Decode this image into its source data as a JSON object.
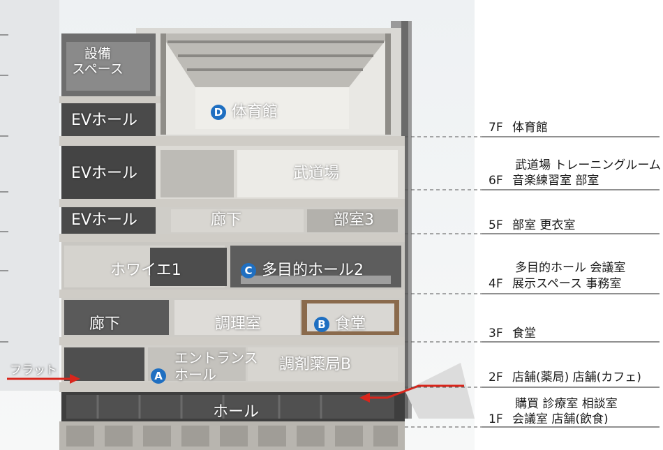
{
  "building_labels": {
    "equipment_space": "設備\nスペース",
    "ev_hall": "EVホール",
    "gym": "体育館",
    "martial_arts": "武道場",
    "corridor": "廊下",
    "club_room_3": "部室3",
    "foyer": "ホワイエ1",
    "multipurpose_hall_2": "多目的ホール2",
    "cooking_room": "調理室",
    "cafeteria": "食堂",
    "entrance_hall": "エントランス\nホール",
    "pharmacy_b": "調剤薬局B",
    "hall": "ホール",
    "flat": "フラット"
  },
  "badges": {
    "a": "A",
    "b": "B",
    "c": "C",
    "d": "D"
  },
  "floors": [
    {
      "level": "7F",
      "line1": "",
      "line2": "体育館"
    },
    {
      "level": "6F",
      "line1": "武道場 トレーニングルーム",
      "line2": "音楽練習室 部室"
    },
    {
      "level": "5F",
      "line1": "",
      "line2": "部室 更衣室"
    },
    {
      "level": "4F",
      "line1": "多目的ホール 会議室",
      "line2": "展示スペース 事務室"
    },
    {
      "level": "3F",
      "line1": "",
      "line2": "食堂"
    },
    {
      "level": "2F",
      "line1": "",
      "line2": "店舗(薬局) 店舗(カフェ)"
    },
    {
      "level": "1F",
      "line1": "購買 診療室 相談室",
      "line2": "会議室 店舗(飲食)"
    }
  ],
  "colors": {
    "badge": "#1f6fc1",
    "arrow": "#d9261c",
    "slab": "#c8c5bf",
    "interior_dark": "#3a3a3a"
  }
}
